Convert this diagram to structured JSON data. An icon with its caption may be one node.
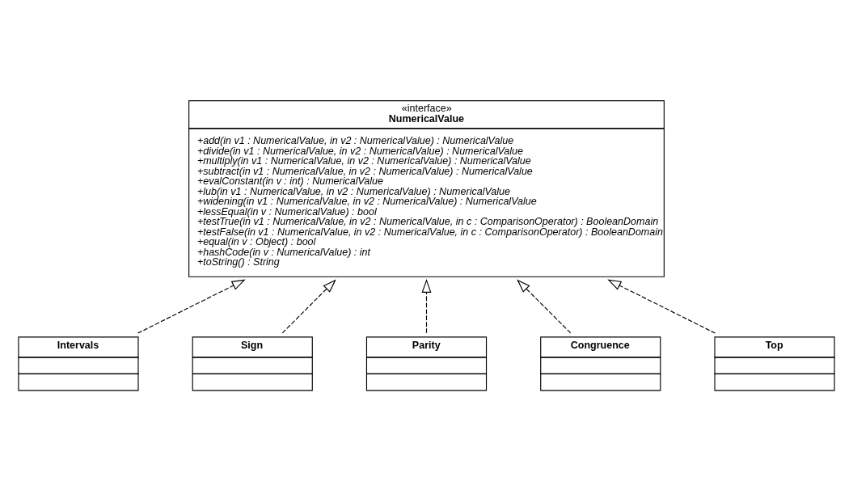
{
  "diagram": {
    "nodes": [
      {
        "text": [
          "«interface»",
          "NumericalValue",
          "+add(in v1 : NumericalValue, in v2 : NumericalValue) : NumericalValue",
          "+divide(in v1 : NumericalValue, in v2 : NumericalValue) : NumericalValue",
          "+multiply(in v1 : NumericalValue, in v2 : NumericalValue) : NumericalValue",
          "+subtract(in v1 : NumericalValue, in v2 : NumericalValue) : NumericalValue",
          "+evalConstant(in v : int) : NumericalValue",
          "+lub(in v1 : NumericalValue, in v2 : NumericalValue) : NumericalValue",
          "+widening(in v1 : NumericalValue, in v2 : NumericalValue) : NumericalValue",
          "+lessEqual(in v : NumericalValue) : bool",
          "+testTrue(in v1 : NumericalValue, in v2 : NumericalValue, in c : ComparisonOperator) : BooleanDomain",
          "+testFalse(in v1 : NumericalValue, in v2 : NumericalValue, in c : ComparisonOperator) : BooleanDomain",
          "+equal(in v : Object) : bool",
          "+hashCode(in v : NumericalValue) : int",
          "+toString() : String"
        ]
      },
      {
        "text": [
          "Intervals"
        ]
      },
      {
        "text": [
          "Sign"
        ]
      },
      {
        "text": [
          "Parity"
        ]
      },
      {
        "text": [
          "Congruence"
        ]
      },
      {
        "text": [
          "Top"
        ]
      }
    ],
    "edges": [
      {
        "from": 1,
        "to": 0,
        "arrow": "to",
        "style": "dashed"
      },
      {
        "from": 2,
        "to": 0,
        "arrow": "to",
        "style": "dashed"
      },
      {
        "from": 3,
        "to": 0,
        "arrow": "to",
        "style": "dashed"
      },
      {
        "from": 4,
        "to": 0,
        "arrow": "to",
        "style": "dashed"
      },
      {
        "from": 5,
        "to": 0,
        "arrow": "to",
        "style": "dashed"
      }
    ]
  }
}
